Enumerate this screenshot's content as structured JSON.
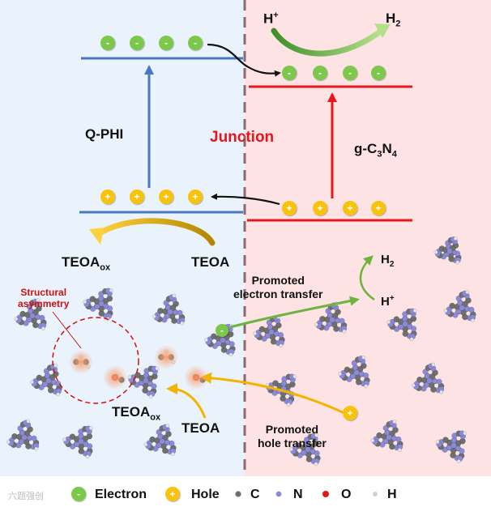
{
  "labels": {
    "left_material": "Q-PHI",
    "junction": "Junction",
    "right_material_main": "g-C",
    "right_material_sub1": "3",
    "right_material_mid": "N",
    "right_material_sub2": "4",
    "h_plus": "H",
    "plus_sup": "+",
    "h2": "H",
    "h2_sub": "2",
    "teoa_ox_main": "TEOA",
    "teoa_ox_sub": "ox",
    "teoa": "TEOA",
    "structural_line1": "Structural",
    "structural_line2": "asymmetry",
    "promoted_electron_line1": "Promoted",
    "promoted_electron_line2": "electron transfer",
    "promoted_hole_line1": "Promoted",
    "promoted_hole_line2": "hole transfer"
  },
  "legend": {
    "electron": "Electron",
    "hole": "Hole",
    "c": "C",
    "n": "N",
    "o": "O",
    "h": "H"
  },
  "symbols": {
    "electron": "-",
    "hole": "+"
  },
  "watermark": "六题强创",
  "colors": {
    "left_bg": "#eaf2fb",
    "right_bg": "#fde3e3",
    "qphi_band": "#4a78c2",
    "gcn_band": "#e8161c",
    "electron": "#7cc84c",
    "hole": "#f7c30e",
    "junction_text": "#e8161c",
    "structural_text": "#d01010",
    "carbon": "#6f6f6f",
    "nitrogen": "#8a8ad8",
    "oxygen": "#e01818",
    "hydrogen": "#e6e6e6"
  }
}
